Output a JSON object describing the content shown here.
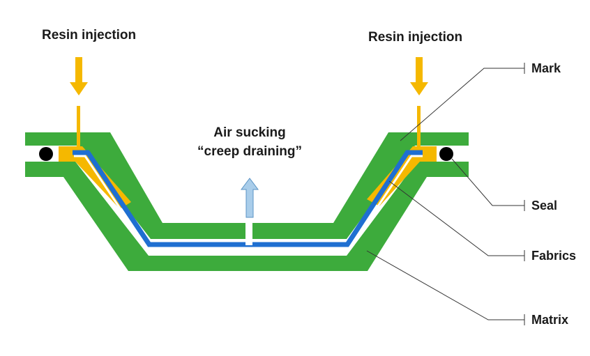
{
  "labels": {
    "resin_left": "Resin injection",
    "resin_right": "Resin injection",
    "air_line1": "Air sucking",
    "air_line2": "“creep draining”",
    "mark": "Mark",
    "seal": "Seal",
    "fabrics": "Fabrics",
    "matrix": "Matrix"
  },
  "colors": {
    "mold_green": "#3dab3c",
    "mold_outline": "#2f8f2e",
    "fabric_blue": "#1f6fd1",
    "resin_yellow": "#f5b800",
    "seal_black": "#000000",
    "air_arrow_fill": "#a9cdea",
    "air_arrow_stroke": "#5a93c4",
    "leader_line": "#333333"
  },
  "icons": {
    "resin_arrows": "arrow-down-icon",
    "air_arrow": "arrow-up-icon"
  }
}
